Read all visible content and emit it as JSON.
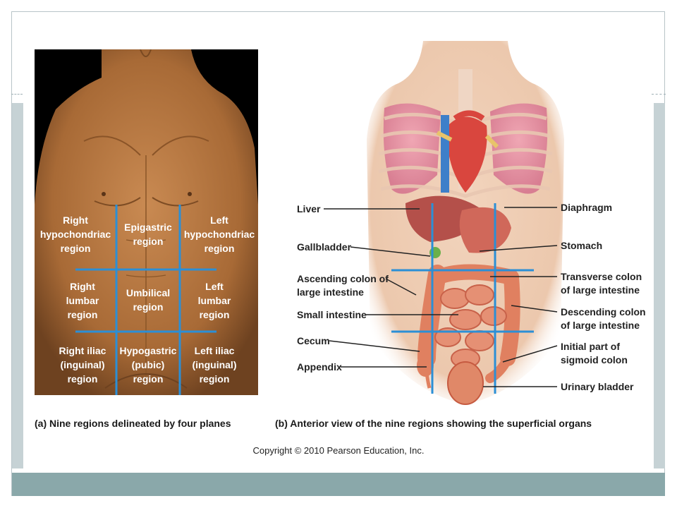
{
  "panel_a": {
    "regions": [
      {
        "lines": [
          "Right",
          "hypochondriac",
          "region"
        ]
      },
      {
        "lines": [
          "Epigastric",
          "region"
        ]
      },
      {
        "lines": [
          "Left",
          "hypochondriac",
          "region"
        ]
      },
      {
        "lines": [
          "Right",
          "lumbar",
          "region"
        ]
      },
      {
        "lines": [
          "Umbilical",
          "region"
        ]
      },
      {
        "lines": [
          "Left",
          "lumbar",
          "region"
        ]
      },
      {
        "lines": [
          "Right iliac",
          "(inguinal)",
          "region"
        ]
      },
      {
        "lines": [
          "Hypogastric",
          "(pubic)",
          "region"
        ]
      },
      {
        "lines": [
          "Left iliac",
          "(inguinal)",
          "region"
        ]
      }
    ],
    "caption": "(a) Nine regions delineated by four planes"
  },
  "panel_b": {
    "labels_left": [
      {
        "lines": [
          "Liver"
        ]
      },
      {
        "lines": [
          "Gallbladder"
        ]
      },
      {
        "lines": [
          "Ascending colon of",
          "large intestine"
        ]
      },
      {
        "lines": [
          "Small intestine"
        ]
      },
      {
        "lines": [
          "Cecum"
        ]
      },
      {
        "lines": [
          "Appendix"
        ]
      }
    ],
    "labels_right": [
      {
        "lines": [
          "Diaphragm"
        ]
      },
      {
        "lines": [
          "Stomach"
        ]
      },
      {
        "lines": [
          "Transverse colon",
          "of large intestine"
        ]
      },
      {
        "lines": [
          "Descending colon",
          "of large intestine"
        ]
      },
      {
        "lines": [
          "Initial part of",
          "sigmoid colon"
        ]
      },
      {
        "lines": [
          "Urinary bladder"
        ]
      }
    ],
    "caption": "(b) Anterior view of the nine regions showing the superficial organs"
  },
  "copyright": "Copyright © 2010 Pearson Education, Inc.",
  "colors": {
    "plane_line": "#2b8fd6",
    "skin": "#b8763f",
    "lung": "#e58aa0",
    "organ": "#e08060",
    "band": "#8aa8aa"
  }
}
